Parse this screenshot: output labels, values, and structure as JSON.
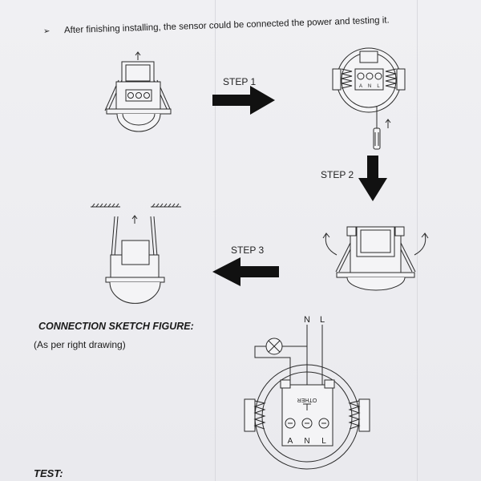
{
  "intro": {
    "bullet": "➢",
    "text": "After finishing installing, the sensor could be connected the power and testing it."
  },
  "steps": {
    "step1": "STEP 1",
    "step2": "STEP 2",
    "step3": "STEP 3"
  },
  "step1_diagram": {
    "terminal_labels": [
      "A",
      "N",
      "L"
    ]
  },
  "connection": {
    "heading": "CONNECTION SKETCH FIGURE:",
    "note": "(As per right drawing)"
  },
  "wiring": {
    "n_label": "N",
    "l_label": "L",
    "other_label": "OTHER",
    "terminal_labels": [
      "A",
      "N",
      "L"
    ]
  },
  "test": {
    "heading": "TEST:"
  },
  "colors": {
    "paper": "#ededf0",
    "ink": "#1a1a1a"
  }
}
